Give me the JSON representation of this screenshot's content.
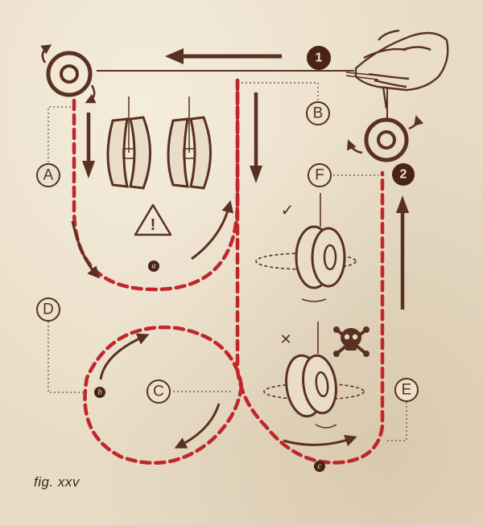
{
  "caption": "fig. xxv",
  "labels": {
    "A": "A",
    "B": "B",
    "C": "C",
    "D": "D",
    "E": "E",
    "F": "F"
  },
  "steps": {
    "one": "1",
    "two": "2"
  },
  "sublabels": {
    "a": "a",
    "b": "b",
    "c": "c"
  },
  "symbols": {
    "warning": "!",
    "check": "✓",
    "cross": "✕"
  },
  "colors": {
    "ink": "#5a3022",
    "path_red": "#c0262a",
    "paper": "#e8dcc6"
  }
}
